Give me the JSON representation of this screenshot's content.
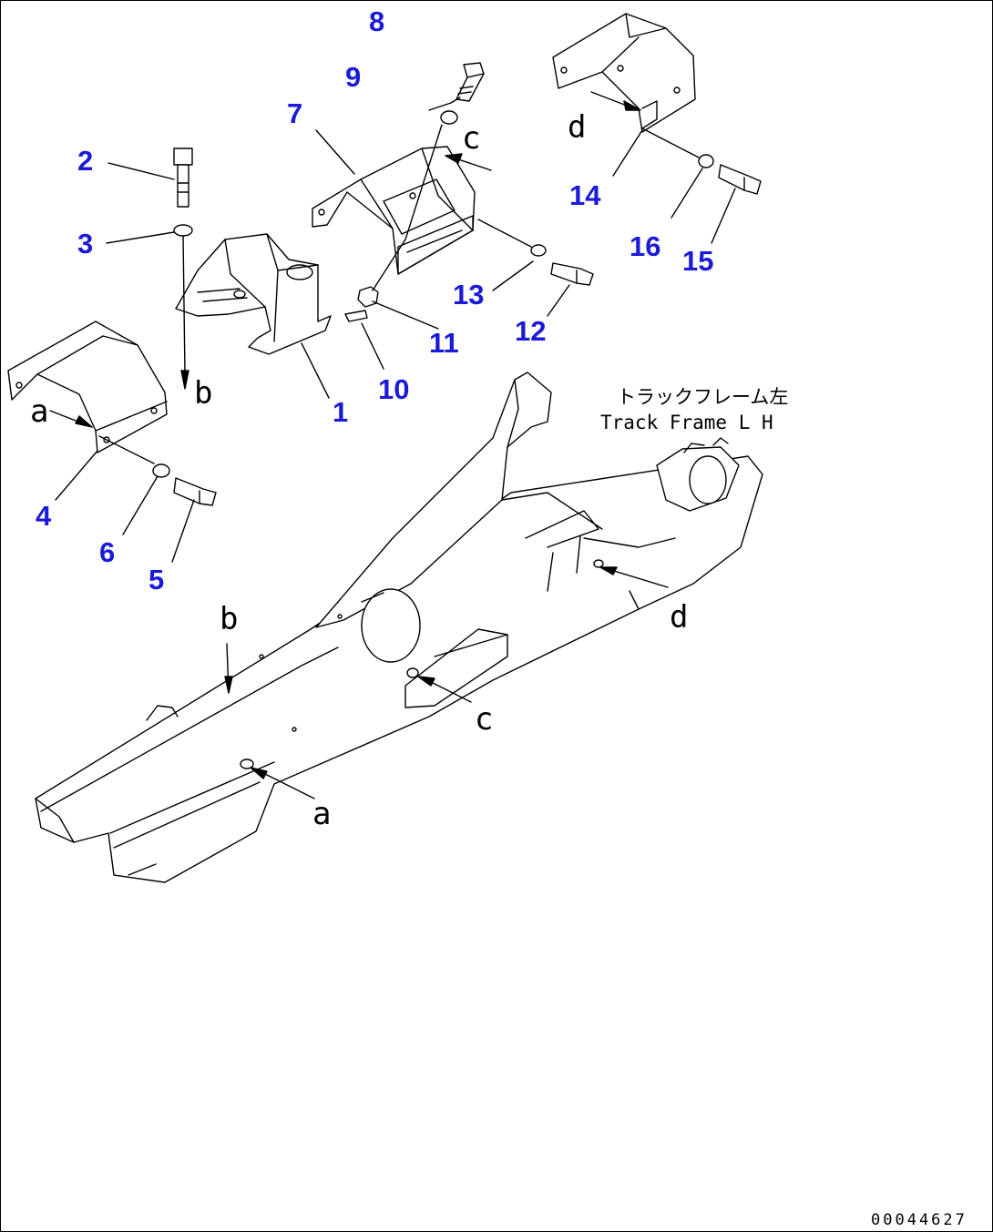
{
  "callouts": [
    "1",
    "2",
    "3",
    "4",
    "5",
    "6",
    "7",
    "8",
    "9",
    "10",
    "11",
    "12",
    "13",
    "14",
    "15",
    "16"
  ],
  "refs": {
    "a": "a",
    "b": "b",
    "c": "c",
    "d": "d"
  },
  "caption": {
    "jp": "トラックフレーム左",
    "en": "Track Frame L H"
  },
  "drawing_code": "00044627",
  "colors": {
    "callout": "#1a1ad8",
    "line": "#000000",
    "background": "#ffffff"
  }
}
